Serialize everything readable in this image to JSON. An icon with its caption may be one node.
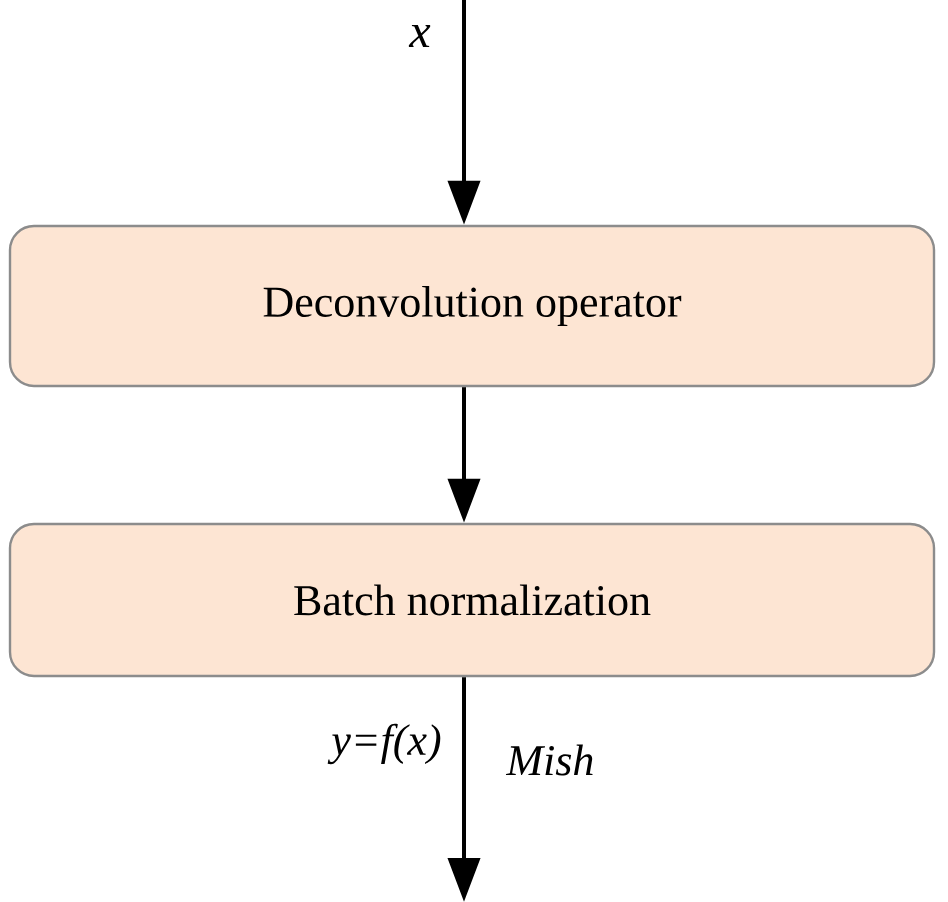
{
  "diagram": {
    "nodes": [
      {
        "text": [
          "x"
        ]
      },
      {
        "text": [
          "Deconvolution operator"
        ]
      },
      {
        "text": [
          "Batch normalization"
        ]
      }
    ],
    "edges": [
      {
        "from": 0,
        "to": 1,
        "arrow": "to"
      },
      {
        "from": 1,
        "to": 2,
        "arrow": "to"
      },
      {
        "from": 2,
        "to": null,
        "arrow": "to",
        "label": "y=f(x)"
      }
    ],
    "labels": [
      "Mish"
    ]
  }
}
